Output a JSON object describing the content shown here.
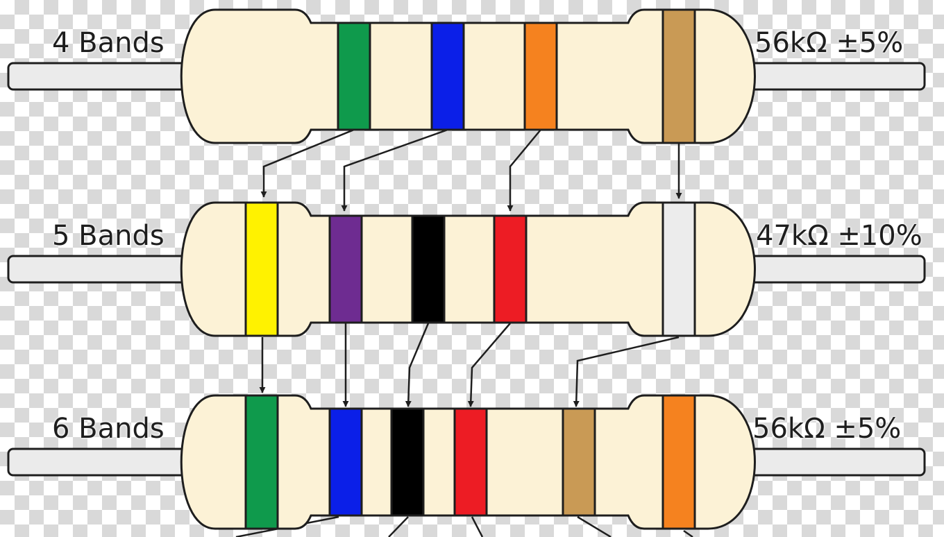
{
  "resistors": [
    {
      "label": "4 Bands",
      "value": "56kΩ ±5%",
      "bands": [
        {
          "color_name": "green",
          "color": "#0f9a4c"
        },
        {
          "color_name": "blue",
          "color": "#0b1fe8"
        },
        {
          "color_name": "orange",
          "color": "#f5821f"
        },
        {
          "color_name": "gold",
          "color": "#c99a55"
        }
      ]
    },
    {
      "label": "5 Bands",
      "value": "47kΩ ±10%",
      "bands": [
        {
          "color_name": "yellow",
          "color": "#fff200"
        },
        {
          "color_name": "violet",
          "color": "#6e2c91"
        },
        {
          "color_name": "black",
          "color": "#000000"
        },
        {
          "color_name": "red",
          "color": "#ed1c24"
        },
        {
          "color_name": "silver",
          "color": "#ececec"
        }
      ]
    },
    {
      "label": "6 Bands",
      "value": "56kΩ ±5%",
      "bands": [
        {
          "color_name": "green",
          "color": "#0f9a4c"
        },
        {
          "color_name": "blue",
          "color": "#0b1fe8"
        },
        {
          "color_name": "black",
          "color": "#000000"
        },
        {
          "color_name": "red",
          "color": "#ed1c24"
        },
        {
          "color_name": "gold",
          "color": "#c99a55"
        },
        {
          "color_name": "orange",
          "color": "#f5821f"
        }
      ]
    }
  ],
  "colors": {
    "body": "#fcf2d6",
    "lead": "#ebebeb",
    "outline": "#1e1e1e"
  }
}
